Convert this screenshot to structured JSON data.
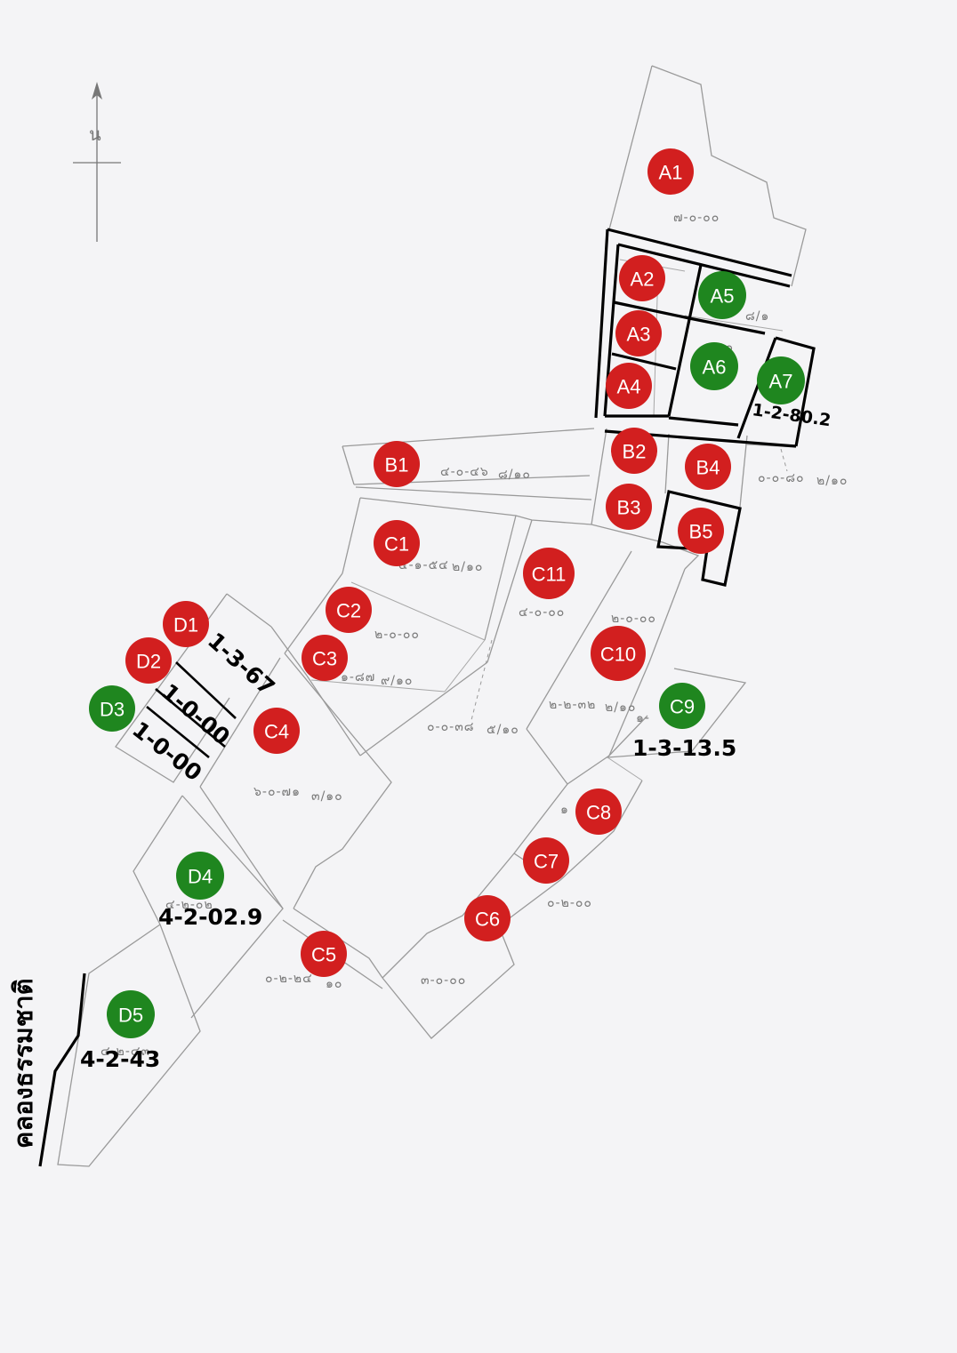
{
  "north_symbol": "น",
  "canal_label": "คลองธรรมชาติ",
  "colors": {
    "red": "#d21f1f",
    "green": "#1f861f",
    "line": "#9a9a9a",
    "bold": "#000000"
  },
  "markers": [
    {
      "id": "A1",
      "color": "red"
    },
    {
      "id": "A2",
      "color": "red"
    },
    {
      "id": "A3",
      "color": "red"
    },
    {
      "id": "A4",
      "color": "red"
    },
    {
      "id": "A5",
      "color": "green"
    },
    {
      "id": "A6",
      "color": "green"
    },
    {
      "id": "A7",
      "color": "green"
    },
    {
      "id": "B1",
      "color": "red"
    },
    {
      "id": "B2",
      "color": "red"
    },
    {
      "id": "B3",
      "color": "red"
    },
    {
      "id": "B4",
      "color": "red"
    },
    {
      "id": "B5",
      "color": "red"
    },
    {
      "id": "C1",
      "color": "red"
    },
    {
      "id": "C2",
      "color": "red"
    },
    {
      "id": "C3",
      "color": "red"
    },
    {
      "id": "C4",
      "color": "red"
    },
    {
      "id": "C5",
      "color": "red"
    },
    {
      "id": "C6",
      "color": "red"
    },
    {
      "id": "C7",
      "color": "red"
    },
    {
      "id": "C8",
      "color": "red"
    },
    {
      "id": "C9",
      "color": "green"
    },
    {
      "id": "C10",
      "color": "red"
    },
    {
      "id": "C11",
      "color": "red"
    },
    {
      "id": "D1",
      "color": "red"
    },
    {
      "id": "D2",
      "color": "red"
    },
    {
      "id": "D3",
      "color": "green"
    },
    {
      "id": "D4",
      "color": "green"
    },
    {
      "id": "D5",
      "color": "green"
    }
  ],
  "areas": {
    "a1": "๗-๐-๐๐",
    "b1": "๔-๐-๔๖",
    "b1_frac": "๘/๑๐",
    "right_plot": "๐-๐-๘๐",
    "right_plot_frac": "๒/๑๐",
    "c1": "๔-๑-๕๔",
    "c1_frac": "๒/๑๐",
    "c2": "๒-๐-๐๐",
    "c3": "๑-๘๗",
    "c3_frac": "๙/๑๐",
    "c11": "๔-๐-๐๐",
    "c10_top": "๒-๐-๐๐",
    "c10": "๒-๒-๓๒",
    "c10_frac": "๒/๑๐",
    "c_mid": "๐-๐-๓๘",
    "c_mid_frac": "๕/๑๐",
    "c4": "๖-๐-๗๑",
    "c4_frac": "๓/๑๐",
    "c7": "๐-๒-๐๐",
    "c5": "๐-๒-๒๔",
    "c5_frac": "๑๐",
    "c6": "๓-๐-๐๐",
    "a6": "๑-๐๐",
    "a5": "๘/๑",
    "c8": "๑",
    "c9": "๑-",
    "d4": "๔-๒-๐๒",
    "d5": "๔-๒-๔๓"
  },
  "annotations": {
    "a7": "1-2-80.2",
    "c9": "1-3-13.5",
    "d1": "1-3-67",
    "d2": "1-0-00",
    "d3": "1-0-00",
    "d4": "4-2-02.9",
    "d5": "4-2-43"
  }
}
